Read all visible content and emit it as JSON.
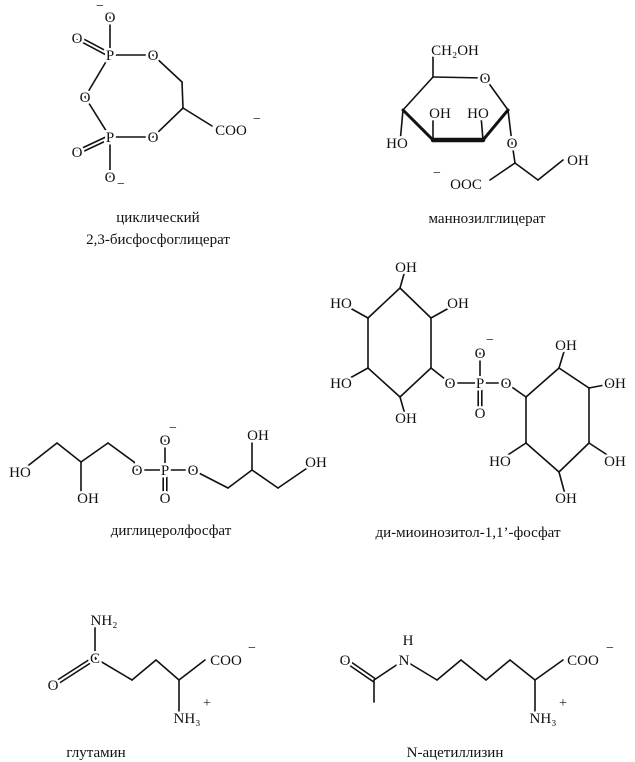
{
  "m1": {
    "caption": [
      "циклический",
      "2,3-бисфосфоглицерат"
    ],
    "atoms": [
      "O",
      "O",
      "P",
      "O",
      "O",
      "P",
      "O",
      "O",
      "O",
      "COO"
    ],
    "minus": "−"
  },
  "m2": {
    "caption": "маннозилглицерат",
    "atoms": [
      "CH₂OH",
      "O",
      "OH",
      "HO",
      "HO",
      "O",
      "OOC",
      "OH"
    ],
    "minus": "−"
  },
  "m3": {
    "caption": "диглицеролфосфат",
    "atoms": [
      "HO",
      "OH",
      "O",
      "P",
      "O",
      "O",
      "O",
      "OH",
      "OH"
    ],
    "minus": "−"
  },
  "m4": {
    "caption": "ди-миоинозитол-1,1’-фосфат",
    "atoms": [
      "OH",
      "HO",
      "OH",
      "HO",
      "OH",
      "O",
      "P",
      "O",
      "O",
      "O",
      "OH",
      "OH",
      "OH",
      "OH",
      "HO"
    ],
    "minus": "−"
  },
  "m5": {
    "caption": "глутамин",
    "atoms": [
      "NH₂",
      "C",
      "O",
      "COO",
      "NH₃"
    ],
    "minus": "−",
    "plus": "+"
  },
  "m6": {
    "caption": "N-ацетиллизин",
    "atoms": [
      "O",
      "N",
      "H",
      "COO",
      "NH₃"
    ],
    "minus": "−",
    "plus": "+"
  }
}
